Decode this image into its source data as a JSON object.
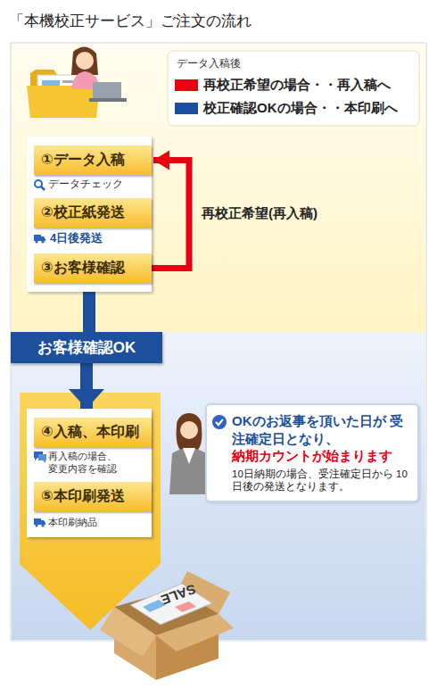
{
  "diagram": {
    "title": "「本機校正サービス」ご注文の流れ",
    "nodes": [
      {
        "text": [
          "データチェック",
          "4日後発送"
        ]
      },
      {
        "text": [
          "①データ入稿"
        ],
        "in": 0
      },
      {
        "text": [
          "②校正紙発送"
        ],
        "in": 0
      },
      {
        "text": [
          "③お客様確認"
        ],
        "in": 0
      },
      {
        "text": [
          "お客様確認OK"
        ]
      },
      {
        "text": [
          "再入稿の場合、変更内容を確認",
          "本印刷納品"
        ]
      },
      {
        "text": [
          "④入稿、本印刷"
        ],
        "in": 5
      },
      {
        "text": [
          "⑤本印刷発送"
        ],
        "in": 5
      },
      {
        "text": [
          "OKのお返事を頂いた日が 受注確定日となり、",
          "納期カウントが始まります",
          "10日納期の場合、受注確定日から 10日後の発送となります。"
        ]
      }
    ],
    "edges": [
      {
        "from": 3,
        "to": 1,
        "arrow": "to",
        "label": "再校正希望(再入稿)"
      },
      {
        "from": 0,
        "to": 4,
        "arrow": "none"
      },
      {
        "from": 4,
        "to": 5,
        "arrow": "to"
      }
    ],
    "labels": [
      "データ入稿後",
      "SALE"
    ],
    "legend": [
      {
        "text": "再校正希望の場合・・再入稿へ",
        "color": "#e60012"
      },
      {
        "text": "校正確認OKの場合・・本印刷へ",
        "color": "#1a4fa0"
      }
    ]
  }
}
